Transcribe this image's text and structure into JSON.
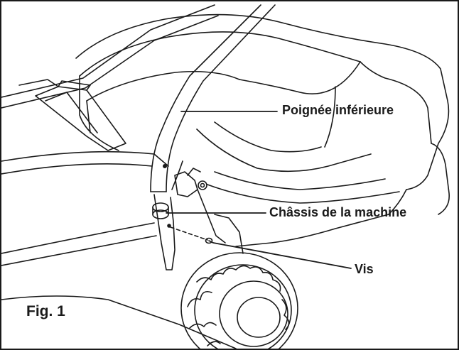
{
  "figure": {
    "caption": "Fig. 1"
  },
  "callouts": {
    "lower_handle": "Poignée inférieure",
    "machine_chassis": "Châssis de la machine",
    "screw": "Vis"
  },
  "colors": {
    "line": "#1a1a1a",
    "background": "#ffffff"
  }
}
